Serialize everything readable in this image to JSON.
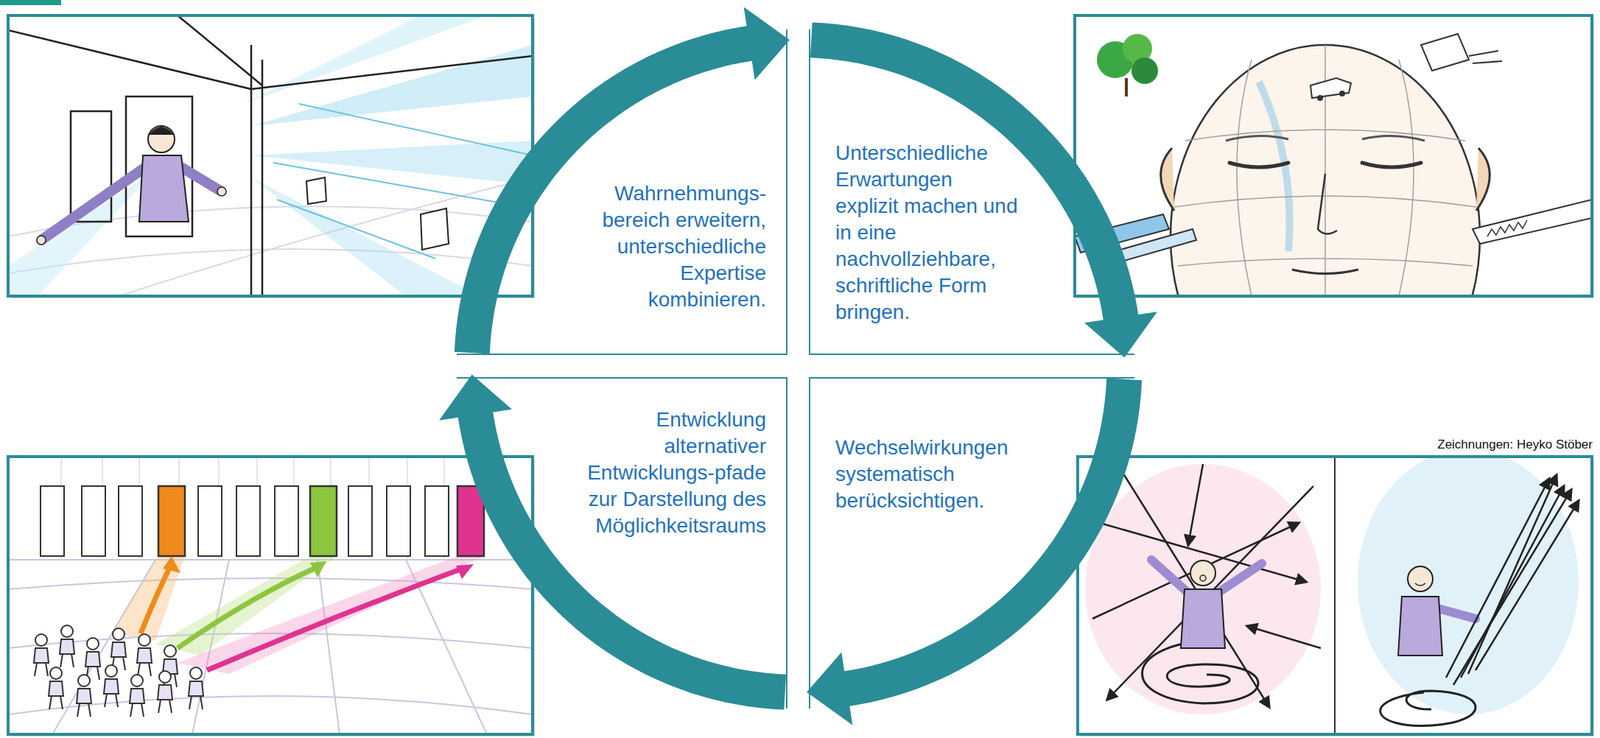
{
  "diagram": {
    "nodes": [
      {
        "text": [
          "Wahrnehmungs- bereich erweitern, unterschiedliche Expertise kombinieren."
        ]
      },
      {
        "text": [
          "Unterschiedliche Erwartungen explizit machen und in eine nachvollziehbare, schriftliche Form bringen."
        ]
      },
      {
        "text": [
          "Entwicklung alternativer Entwicklungs-pfade zur Darstellung des Möglichkeitsraums"
        ]
      },
      {
        "text": [
          "Wechselwirkungen systematisch berücksichtigen."
        ]
      }
    ],
    "edges": [
      {
        "from": 0,
        "to": 1,
        "arrow": "to"
      },
      {
        "from": 1,
        "to": 3,
        "arrow": "to"
      },
      {
        "from": 3,
        "to": 2,
        "arrow": "to"
      },
      {
        "from": 2,
        "to": 0,
        "arrow": "to"
      }
    ],
    "labels": [
      "Zeichnungen: Heyko Stöber"
    ]
  }
}
